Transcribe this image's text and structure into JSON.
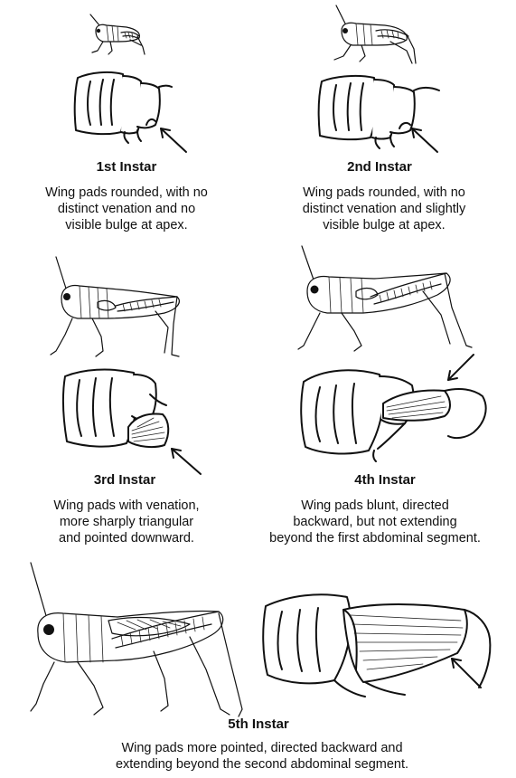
{
  "instars": [
    {
      "title": "1st Instar",
      "lines": [
        "Wing pads rounded, with no",
        "distinct venation and no",
        "visible bulge at apex."
      ]
    },
    {
      "title": "2nd Instar",
      "lines": [
        "Wing pads rounded, with no",
        "distinct venation and slightly",
        "visible bulge at apex."
      ]
    },
    {
      "title": "3rd Instar",
      "lines": [
        "Wing pads with venation,",
        "more sharply triangular",
        "and pointed downward."
      ]
    },
    {
      "title": "4th Instar",
      "lines": [
        "Wing pads blunt, directed",
        "backward, but not extending",
        "beyond the first abdominal segment."
      ]
    },
    {
      "title": "5th Instar",
      "lines": [
        "Wing pads more pointed, directed backward and",
        "extending beyond the second abdominal segment."
      ]
    }
  ]
}
